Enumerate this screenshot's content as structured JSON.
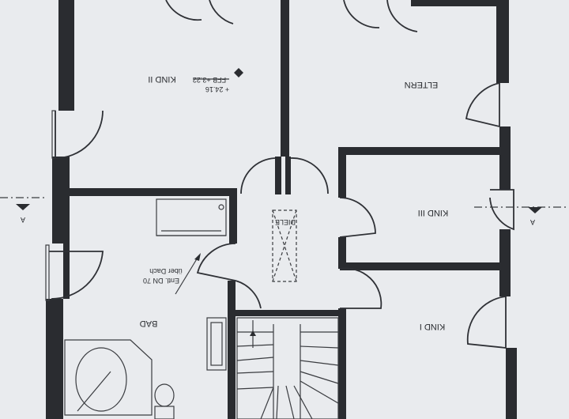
{
  "rooms": {
    "kind2": "KIND II",
    "eltern": "ELTERN",
    "kind3": "KIND III",
    "kind1": "KIND I",
    "bad": "BAD",
    "diele": "DIELE"
  },
  "annotations": {
    "level_1": "+ 24.16",
    "level_2": "FFB +3.22",
    "vent_1": "Entl. DN 70",
    "vent_2": "über Dach"
  },
  "section_markers": {
    "left": "A",
    "right": "A"
  },
  "colors": {
    "paper": "#e9ebee",
    "ink": "#2a2c30"
  }
}
